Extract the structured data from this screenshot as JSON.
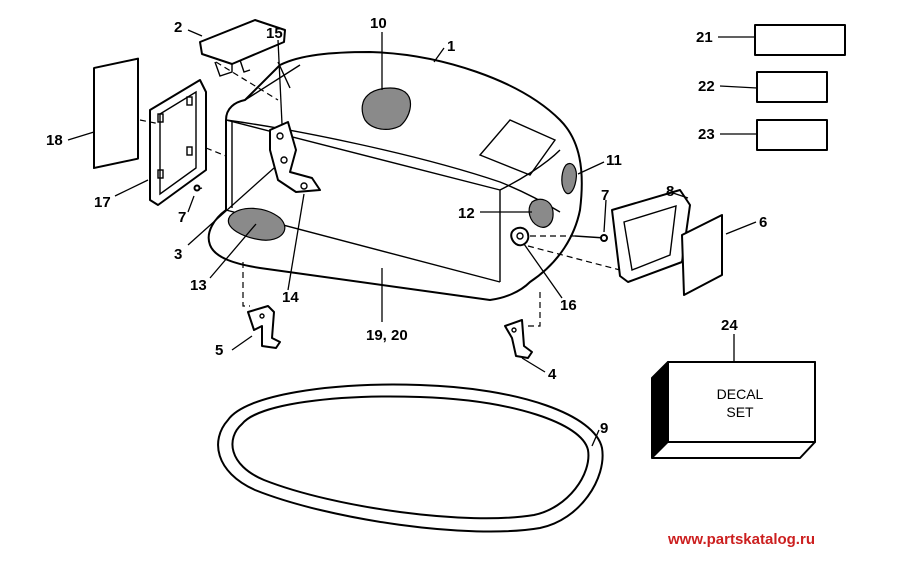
{
  "labels": {
    "p1": "1",
    "p2": "2",
    "p3": "3",
    "p4": "4",
    "p5": "5",
    "p6": "6",
    "p7a": "7",
    "p7b": "7",
    "p8": "8",
    "p9": "9",
    "p10": "10",
    "p11": "11",
    "p12": "12",
    "p13": "13",
    "p14": "14",
    "p15": "15",
    "p16": "16",
    "p17": "17",
    "p18": "18",
    "p1920": "19, 20",
    "p21": "21",
    "p22": "22",
    "p23": "23",
    "p24": "24"
  },
  "decal_box": {
    "line1": "DECAL",
    "line2": "SET"
  },
  "watermark": "www.partskatalog.ru"
}
